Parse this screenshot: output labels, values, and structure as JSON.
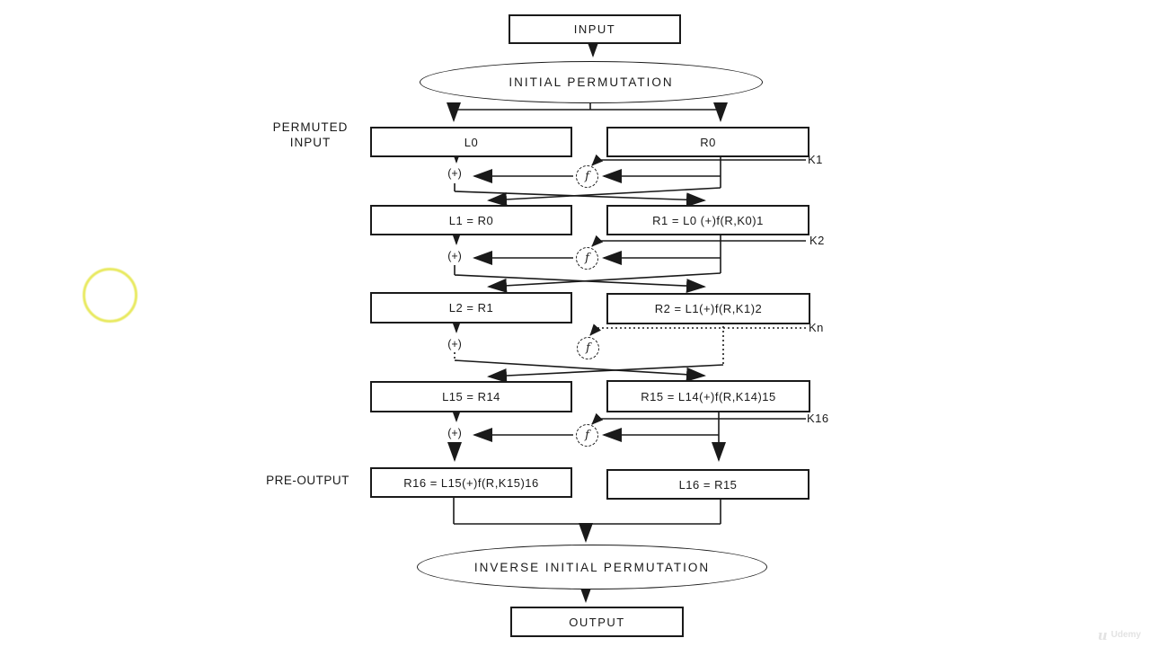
{
  "diagram": {
    "top": {
      "input": "INPUT",
      "initial_permutation": "INITIAL PERMUTATION"
    },
    "labels": {
      "permuted_input_line1": "PERMUTED",
      "permuted_input_line2": "INPUT",
      "pre_output": "PRE-OUTPUT"
    },
    "rows": [
      {
        "left": "L0",
        "right": "R0"
      },
      {
        "left": "L1 = R0",
        "right": "R1 = L0 (+)f(R,K0)1"
      },
      {
        "left": "L2 = R1",
        "right": "R2 = L1(+)f(R,K1)2"
      },
      {
        "left": "L15 = R14",
        "right": "R15 = L14(+)f(R,K14)15"
      },
      {
        "left": "R16 = L15(+)f(R,K15)16",
        "right": "L16 = R15"
      }
    ],
    "keys": [
      "K1",
      "K2",
      "Kn",
      "K16"
    ],
    "symbols": {
      "xor": "(+)",
      "round_function": "f"
    },
    "bottom": {
      "inverse_initial_permutation": "INVERSE INITIAL PERMUTATION",
      "output": "OUTPUT"
    },
    "colors": {
      "ink": "#1a1a1a",
      "highlight_circle": "#e8e95e",
      "watermark_gray": "#e3e3e3"
    }
  },
  "watermark": {
    "brand": "Udemy"
  }
}
